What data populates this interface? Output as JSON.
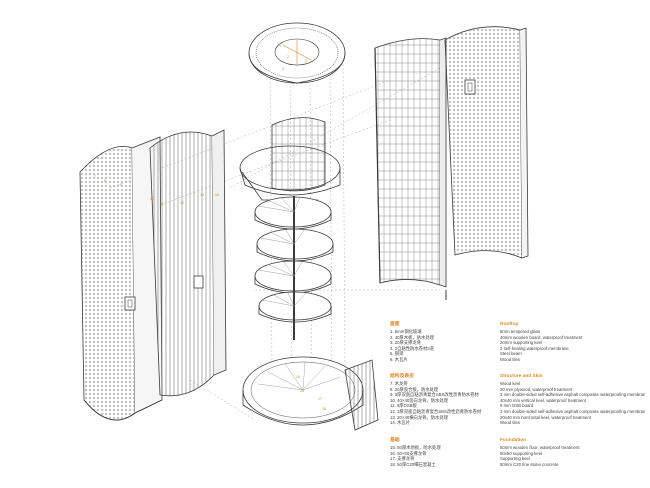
{
  "legend": {
    "sections": [
      {
        "zh_title": "屋面",
        "en_title": "Rooftop",
        "zh_items": [
          "1. 6mm钢化玻璃",
          "2. 40厚木板，防水处理",
          "3. 20厚支撑龙骨",
          "4. 2自粘性防水卷材2道",
          "5. 钢梁",
          "6. 木瓦片"
        ],
        "en_items": [
          "6mm tempered glass",
          "40mm wooden board, waterproof treatment",
          "20mm supporting keel",
          "2 self-healing waterproof membrane",
          "Steel beam",
          "Wood tiles"
        ]
      },
      {
        "zh_title": "结构及表皮",
        "en_title": "Structure and Skin",
        "zh_items": [
          "7. 木龙骨",
          "8. 20厚胶合板，防水处理",
          "9. 3厚双面自粘沥青复合SBS改性沥青防水卷材",
          "10. 40×40竖向龙骨，防水处理",
          "11. 9厚OSB板",
          "12. 3厚双面自粘沥青复合SBS改性沥青防水卷材",
          "13. 20×40横向龙骨，防水处理",
          "14. 木瓦片"
        ],
        "en_items": [
          "Wood keel",
          "20 mm plywood, waterproof treatment",
          "3 mm double-sided self-adhesive asphalt composite waterproofing membrane",
          "40x40 mm vertical keel, waterproof treatment",
          "9 mm OSB board",
          "3 mm double-sided self-adhesive asphalt composite waterproofing membrane",
          "20x40 mm horizontal keel, waterproof treatment",
          "Wood tiles"
        ]
      },
      {
        "zh_title": "基础",
        "en_title": "Foundation",
        "zh_items": [
          "15. 50厚木地板，防水处理",
          "16. 50×50支撑龙骨",
          "17. 支撑龙骨",
          "18. 50厚C20细石混凝土"
        ],
        "en_items": [
          "50mm wooden floor, waterproof treatment",
          "50x50 supporting keel",
          "Supporting keel",
          "50mm C20 fine stone concrete"
        ]
      }
    ]
  },
  "callouts": {
    "left_panel": [
      "7",
      "8",
      "9",
      "10",
      "11",
      "12",
      "13",
      "14"
    ],
    "roof": [
      "1",
      "2",
      "3",
      "4"
    ],
    "base": [
      "15",
      "16",
      "17",
      "18"
    ]
  },
  "colors": {
    "line": "#3a3a3a",
    "light_line": "#8a8a8a",
    "dashed": "#b0b0b0",
    "accent": "#d98a2b",
    "text": "#444444",
    "background": "#ffffff"
  }
}
